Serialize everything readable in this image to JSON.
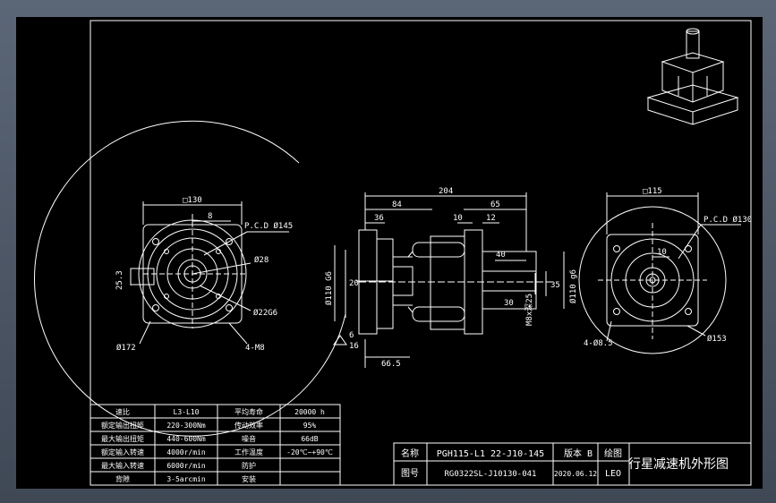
{
  "title_block": {
    "model_label": "名称",
    "model_value": "PGH115-L1 22-J10-145",
    "version_label": "版本",
    "version_value": "B",
    "drawn_label": "绘图",
    "code_label": "图号",
    "code_value": "RG0322SL-J10130-041",
    "date_value": "2020.06.12",
    "drafter_value": "LEO",
    "drawing_title": "行星减速机外形图"
  },
  "spec_table": {
    "rows": [
      {
        "l1": "速比",
        "v1": "L3-L10",
        "l2": "平均寿命",
        "v2": "20000 h"
      },
      {
        "l1": "额定输出扭矩",
        "v1": "220-300Nm",
        "l2": "传动效率",
        "v2": "95%"
      },
      {
        "l1": "最大输出扭矩",
        "v1": "440-600Nm",
        "l2": "噪音",
        "v2": "66dB"
      },
      {
        "l1": "额定输入转速",
        "v1": "4000r/min",
        "l2": "工作温度",
        "v2": "-20℃~+90℃"
      },
      {
        "l1": "最大输入转速",
        "v1": "6000r/min",
        "l2": "防护",
        "v2": ""
      },
      {
        "l1": "背隙",
        "v1": "3-5arcmin",
        "l2": "安装",
        "v2": ""
      }
    ]
  },
  "dims": {
    "front": {
      "square": "□130",
      "key": "8",
      "pcd": "P.C.D Ø145",
      "bore": "Ø28",
      "pilot": "Ø22G6",
      "height": "25.3",
      "outer": "Ø172",
      "holes": "4-M8"
    },
    "side": {
      "overall": "204",
      "d84": "84",
      "d65": "65",
      "d36": "36",
      "d10": "10",
      "d12": "12",
      "d40": "40",
      "d30": "30",
      "d20": "20",
      "d35": "35",
      "d16": "16",
      "d6": "6",
      "d66_5": "66.5",
      "left_dia": "Ø110 G6",
      "right_dia": "Ø110 g6",
      "thread": "M8x深25"
    },
    "rear": {
      "square": "□115",
      "pcd": "P.C.D Ø130",
      "d10": "10",
      "holes": "4-Ø8.5",
      "d153": "Ø153"
    }
  },
  "colors": {
    "line": "#ffffff",
    "background": "#000000",
    "viewport_frame": "#5a6577"
  }
}
